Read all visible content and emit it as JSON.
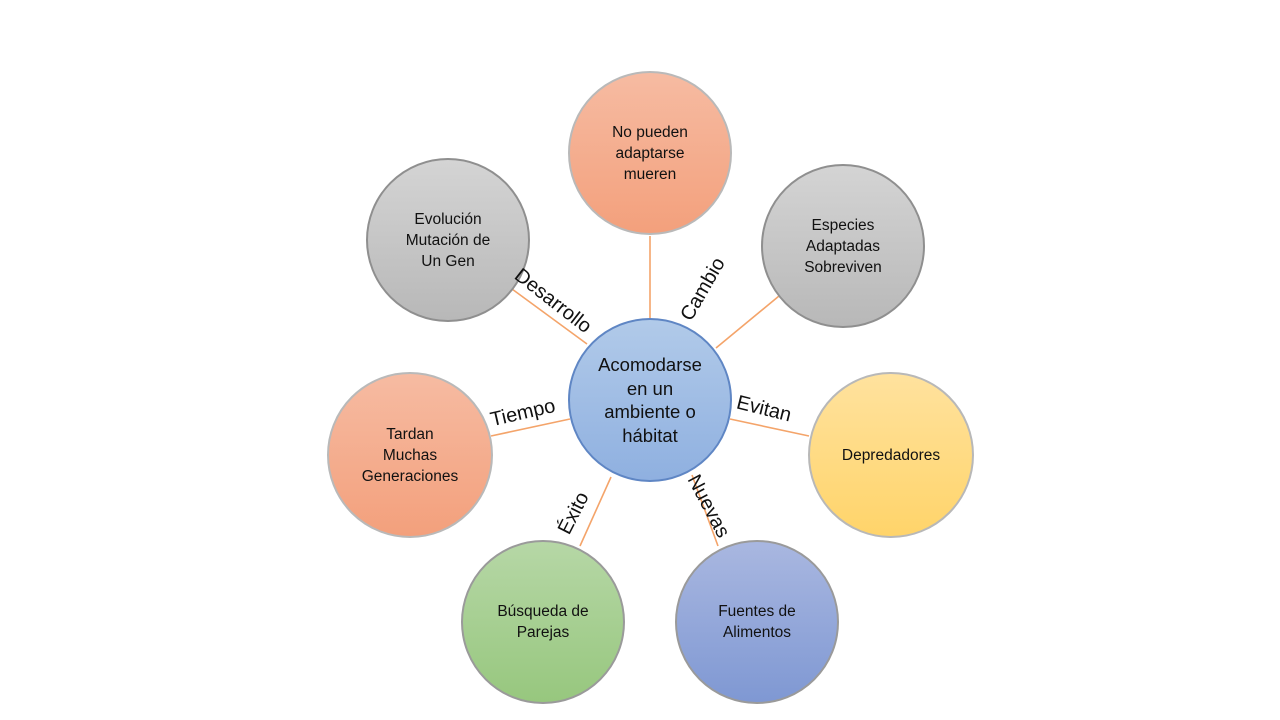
{
  "center": {
    "text": "Acomodarse\nen un\nambiente o\nhábitat"
  },
  "nodes": {
    "top": "No pueden\nadaptarse\nmueren",
    "top_right": "Especies\nAdaptadas\nSobreviven",
    "right": "Depredadores",
    "bottom_right": "Fuentes de\nAlimentos",
    "bottom_left": "Búsqueda de\nParejas",
    "left": "Tardan\nMuchas\nGeneraciones",
    "top_left": "Evolución\nMutación de\nUn Gen"
  },
  "relations": {
    "desarrollo": "Desarrollo",
    "cambio": "Cambio",
    "evitan": "Evitan",
    "tiempo": "Tiempo",
    "exito": "Éxito",
    "nuevas": "Nuevas"
  },
  "colors": {
    "connector": "#f4a46a",
    "center": "#9dbbe5",
    "salmon": "#f4ab8c",
    "gray": "#c4c4c4",
    "yellow": "#ffd97f",
    "blue": "#90a6d9",
    "green": "#a5cf91"
  }
}
